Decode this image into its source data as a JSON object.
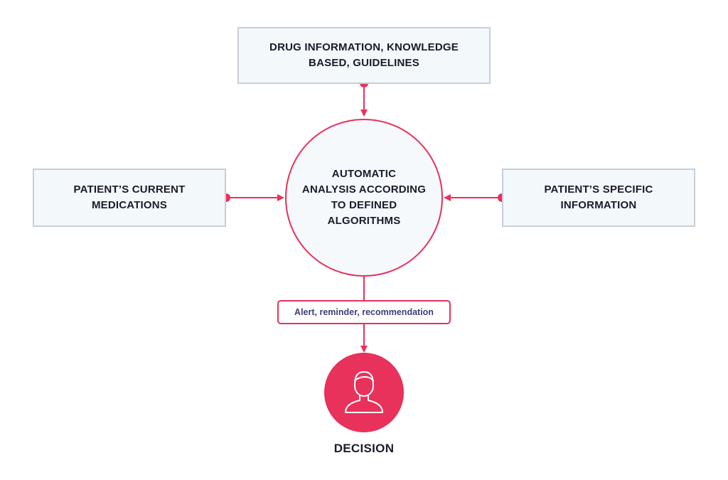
{
  "colors": {
    "accent": "#e8315b",
    "box_fill": "#f3f8fb",
    "box_border": "#c9ced9",
    "text_dark": "#1b1b2b",
    "label_text": "#3d3f7a",
    "circle_fill": "#f5f9fc"
  },
  "inputs": {
    "top": {
      "line1": "DRUG INFORMATION, KNOWLEDGE",
      "line2": "BASED, GUIDELINES"
    },
    "left": {
      "line1": "PATIENT’S CURRENT",
      "line2": "MEDICATIONS"
    },
    "right": {
      "line1": "PATIENT’S SPECIFIC",
      "line2": "INFORMATION"
    }
  },
  "center": {
    "line1": "AUTOMATIC",
    "line2": "ANALYSIS ACCORDING",
    "line3": "TO DEFINED",
    "line4": "ALGORITHMS"
  },
  "output": {
    "label": "Alert, reminder, recommendation",
    "decision": "DECISION",
    "icon": "person-icon"
  }
}
